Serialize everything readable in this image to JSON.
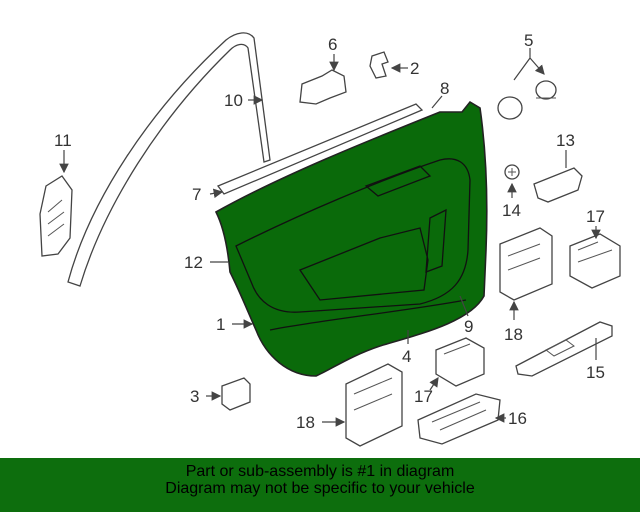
{
  "callouts": {
    "c1": "1",
    "c2": "2",
    "c3": "3",
    "c4": "4",
    "c5": "5",
    "c6": "6",
    "c7": "7",
    "c8": "8",
    "c9": "9",
    "c10": "10",
    "c11": "11",
    "c12": "12",
    "c13": "13",
    "c14": "14",
    "c15": "15",
    "c16": "16",
    "c17a": "17",
    "c17b": "17",
    "c18a": "18",
    "c18b": "18"
  },
  "highlight_color": "#0a6a0a",
  "banner": {
    "color": "#0d6e0d",
    "line1": "Part or sub-assembly is #1 in diagram",
    "line2": "Diagram may not be specific to your vehicle"
  }
}
